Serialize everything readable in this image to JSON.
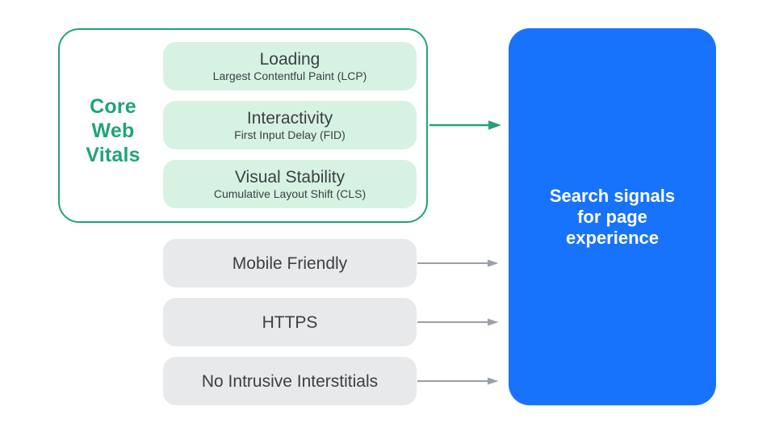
{
  "diagram": {
    "core_web_vitals": {
      "label": "Core Web Vitals",
      "items": [
        {
          "title": "Loading",
          "subtitle": "Largest Contentful Paint (LCP)"
        },
        {
          "title": "Interactivity",
          "subtitle": "First Input Delay (FID)"
        },
        {
          "title": "Visual Stability",
          "subtitle": "Cumulative Layout Shift (CLS)"
        }
      ]
    },
    "other_signals": [
      {
        "label": "Mobile Friendly"
      },
      {
        "label": "HTTPS"
      },
      {
        "label": "No Intrusive Interstitials"
      }
    ],
    "result": {
      "label": "Search signals for page experience"
    },
    "icons": [
      {
        "name": "arrow-right-green"
      },
      {
        "name": "arrow-right-gray"
      }
    ]
  },
  "colors": {
    "green": "#20a37b",
    "green_light": "#d6f2e3",
    "gray_light": "#e8e9eb",
    "blue": "#1773fb",
    "text_dark": "#3c4043",
    "arrow_gray": "#9aa0a6",
    "white": "#ffffff"
  }
}
